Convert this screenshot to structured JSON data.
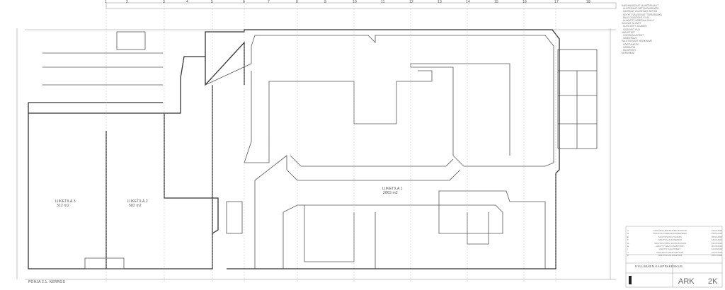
{
  "drawing": {
    "plan_title": "POHJA 2.1. KERROS",
    "spaces": [
      {
        "name": "LIIKETILA 3",
        "area": "312 m2"
      },
      {
        "name": "LIIKETILA 2",
        "area": "582 m2"
      },
      {
        "name": "LIIKETILA 1",
        "area": "2863 m2"
      }
    ],
    "grid_numbers": [
      "1",
      "2",
      "3",
      "4",
      "5",
      "6",
      "7",
      "8",
      "9",
      "10",
      "11",
      "12",
      "13",
      "14",
      "15",
      "16",
      "17",
      "18"
    ]
  },
  "notes": [
    "RAKENNUSOSAT JA MATERIAALIT",
    "- ULKOSEINÄT: BETONISANDWICH",
    "- KANTAVAT VÄLISEINÄT: BETONI",
    "- KEVYET VÄLISEINÄT: TERÄSRANKA",
    "- PALO-OSASTOINTI EI 60",
    "- ALAKATOT: MINERAALIVILLA",
    "IKKUNAT JA OVET",
    "- ULKO-OVET: ALUMIINI",
    "- SISÄOVET: PUU",
    "VARUSTEET",
    "- KIINTOKALUSTEET",
    "- SANEERAUS",
    "PALOTEKNISET MERKINNÄT",
    "- POISTUMISTIE",
    "- SAMMUTIN",
    "- PALOPOSTI",
    "MERKINNÄT"
  ],
  "revisions": [
    {
      "code": "C",
      "text": "MUUTOS LIIKETILOJEN JAKOON",
      "date": "23.02.2016"
    },
    {
      "code": "D",
      "text": "MUUTOS PORRASHUONEESEEN",
      "date": "23.03.2016"
    },
    {
      "code": "E",
      "text": "MUUTOS WC-TILOIHIN",
      "date": "05.04.2016"
    },
    {
      "code": "F",
      "text": "MUUTOS ULKOSEINIIN",
      "date": "18.04.2016"
    },
    {
      "code": "G",
      "text": "MUUTOS OVIIN JA IKKUNOIHIN",
      "date": "02.05.2016"
    },
    {
      "code": "H",
      "text": "LISÄTTY PALO-OSASTOINTI",
      "date": "20.05.2016"
    },
    {
      "code": "I",
      "text": "LISÄTTY KALUSTEET",
      "date": "10.06.2016"
    },
    {
      "code": "J",
      "text": "MUUTOS LASTAUSTILAAN",
      "date": "22.06.2016"
    },
    {
      "code": "K",
      "text": "MUUTOS JULKISIVUUN",
      "date": "05.07.2016"
    }
  ],
  "title_block": {
    "project": "KYLLIMÄEN KAUPPAKESKUS",
    "discipline": "ARK",
    "revision": "2K"
  }
}
